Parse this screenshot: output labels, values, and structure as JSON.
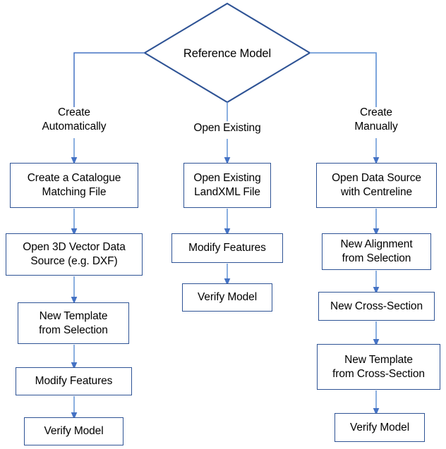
{
  "diagram": {
    "title": "Reference Model workflow flowchart",
    "colors": {
      "box_border": "#2E5395",
      "connector_line": "#6E9BD8",
      "arrow_head": "#4472C4",
      "decision_border": "#2E5395",
      "text": "#000000",
      "background": "#FFFFFF"
    },
    "decision": {
      "label": "Reference Model",
      "shape": "diamond"
    },
    "branches": [
      {
        "id": "left",
        "label": "Create\nAutomatically"
      },
      {
        "id": "middle",
        "label": "Open Existing"
      },
      {
        "id": "right",
        "label": "Create\nManually"
      }
    ],
    "columns": [
      {
        "id": "left",
        "branch_label": "Create\nAutomatically",
        "steps": [
          {
            "label": "Create a Catalogue\nMatching File"
          },
          {
            "label": "Open 3D Vector Data\nSource (e.g. DXF)"
          },
          {
            "label": "New Template\nfrom Selection"
          },
          {
            "label": "Modify Features"
          },
          {
            "label": "Verify Model"
          }
        ]
      },
      {
        "id": "middle",
        "branch_label": "Open Existing",
        "steps": [
          {
            "label": "Open Existing\nLandXML File"
          },
          {
            "label": "Modify Features"
          },
          {
            "label": "Verify Model"
          }
        ]
      },
      {
        "id": "right",
        "branch_label": "Create\nManually",
        "steps": [
          {
            "label": "Open Data Source\nwith Centreline"
          },
          {
            "label": "New Alignment\nfrom Selection"
          },
          {
            "label": "New Cross-Section"
          },
          {
            "label": "New Template\nfrom Cross-Section"
          },
          {
            "label": "Verify Model"
          }
        ]
      }
    ]
  }
}
